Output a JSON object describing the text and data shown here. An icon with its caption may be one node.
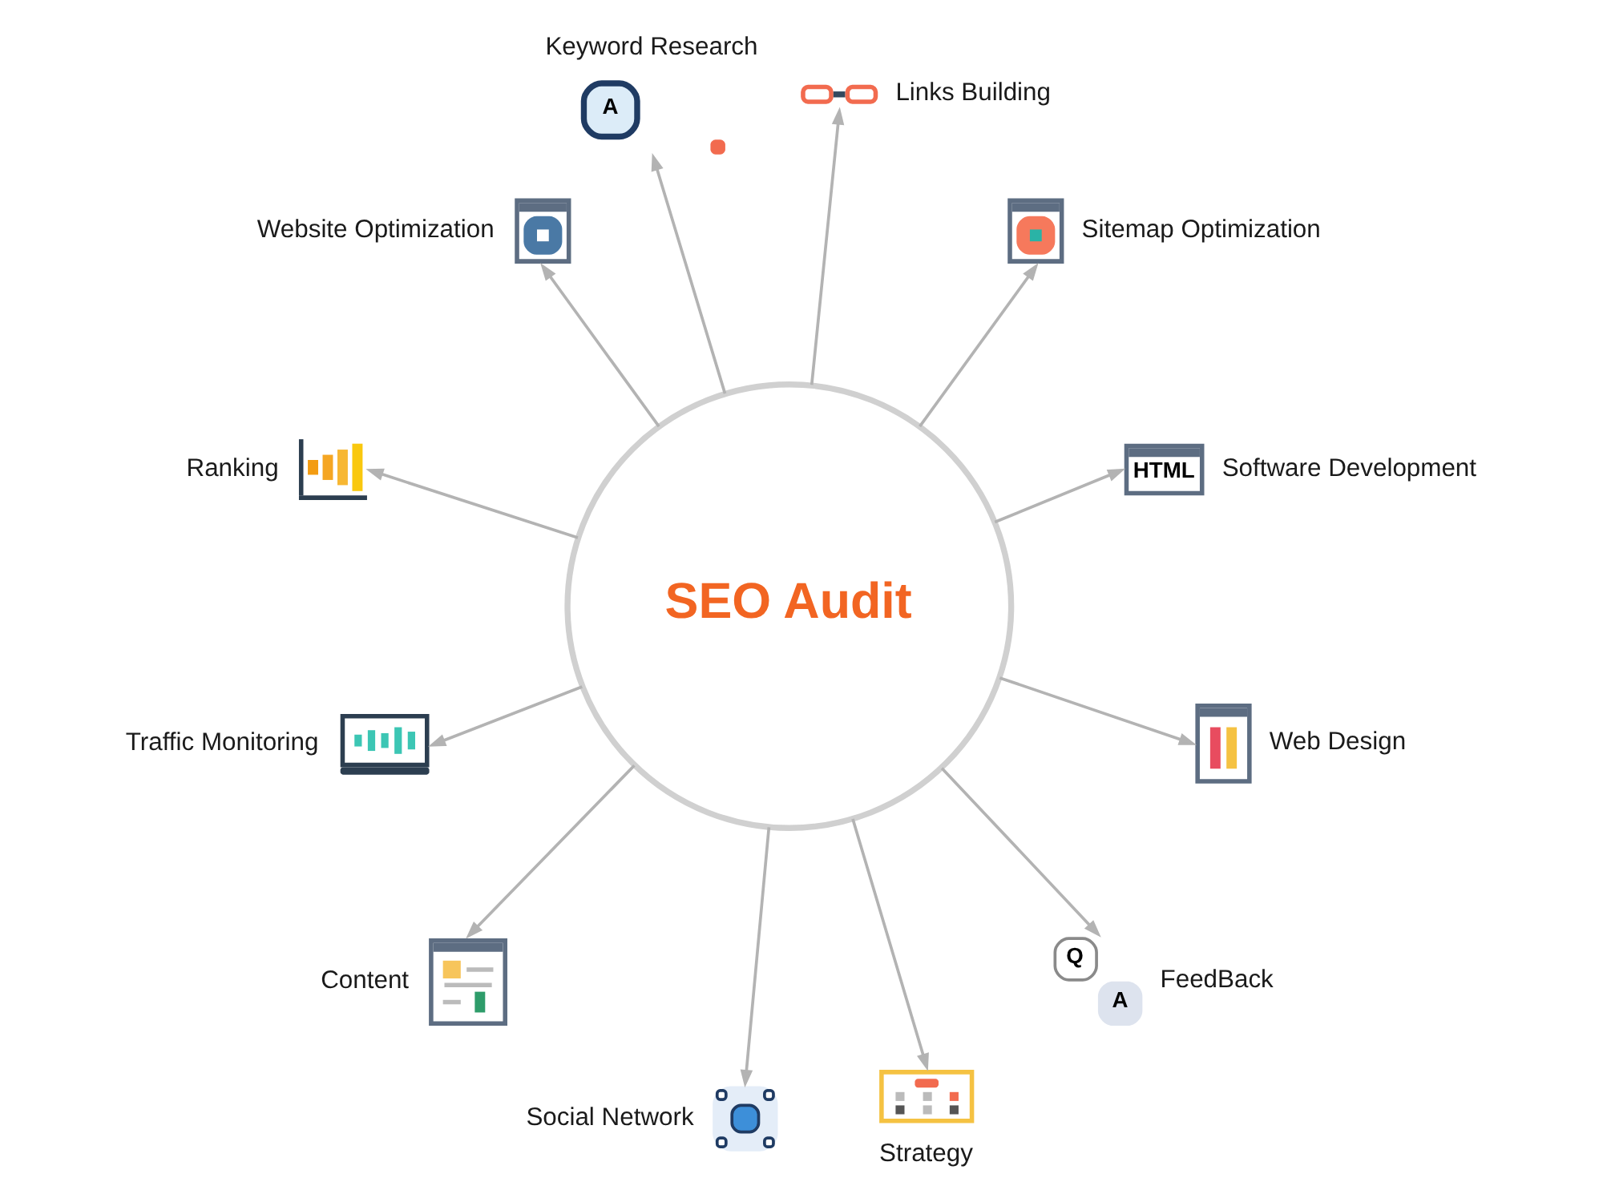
{
  "diagram": {
    "nodes": [
      {
        "text": [
          "SEO Audit"
        ]
      },
      {
        "text": [
          "A"
        ],
        "beside": [
          "Keyword Research"
        ]
      },
      {
        "text": [],
        "shape": "picture",
        "beside": [
          "Links Building"
        ]
      },
      {
        "text": [],
        "shape": "picture",
        "beside": [
          "Sitemap Optimization"
        ]
      },
      {
        "text": [
          "HTML"
        ],
        "beside": [
          "Software Development"
        ]
      },
      {
        "text": [],
        "shape": "picture",
        "beside": [
          "Web Design"
        ]
      },
      {
        "text": [
          "Q",
          "A"
        ],
        "beside": [
          "FeedBack"
        ]
      },
      {
        "text": [],
        "shape": "picture",
        "beside": [
          "Strategy"
        ]
      },
      {
        "text": [],
        "shape": "picture",
        "beside": [
          "Social Network"
        ]
      },
      {
        "text": [],
        "shape": "picture",
        "beside": [
          "Content"
        ]
      },
      {
        "text": [],
        "shape": "picture",
        "beside": [
          "Traffic Monitoring"
        ]
      },
      {
        "text": [],
        "shape": "picture",
        "beside": [
          "Ranking"
        ]
      },
      {
        "text": [],
        "shape": "picture",
        "beside": [
          "Website Optimization"
        ]
      }
    ],
    "edges": [
      {
        "from": 0,
        "to": 1,
        "arrow": "to"
      },
      {
        "from": 0,
        "to": 2,
        "arrow": "to"
      },
      {
        "from": 0,
        "to": 3,
        "arrow": "to"
      },
      {
        "from": 0,
        "to": 4,
        "arrow": "to"
      },
      {
        "from": 0,
        "to": 5,
        "arrow": "to"
      },
      {
        "from": 0,
        "to": 6,
        "arrow": "to"
      },
      {
        "from": 0,
        "to": 7,
        "arrow": "to"
      },
      {
        "from": 0,
        "to": 8,
        "arrow": "to"
      },
      {
        "from": 0,
        "to": 9,
        "arrow": "to"
      },
      {
        "from": 0,
        "to": 10,
        "arrow": "to"
      },
      {
        "from": 0,
        "to": 11,
        "arrow": "to"
      },
      {
        "from": 0,
        "to": 12,
        "arrow": "to"
      }
    ]
  }
}
